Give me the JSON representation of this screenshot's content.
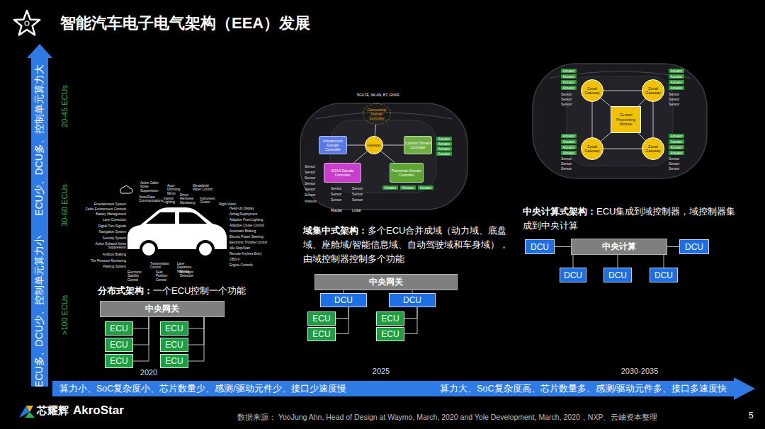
{
  "diagram": {
    "title": "智能汽车电子电气架构（EEA）发展",
    "nodes": [
      {
        "text": [
          "ECU多、DCU少、控制单元算力小",
          "ECU少、DCU多、控制单元算力大"
        ]
      },
      {
        "text": [
          "中央网关"
        ]
      },
      {
        "text": [
          "ECU"
        ]
      },
      {
        "text": [
          "ECU"
        ]
      },
      {
        "text": [
          "ECU"
        ]
      },
      {
        "text": [
          "ECU"
        ]
      },
      {
        "text": [
          "ECU"
        ]
      },
      {
        "text": [
          "ECU"
        ]
      },
      {
        "text": [
          "Connectivity Domain Controller"
        ]
      },
      {
        "text": [
          "Infotainment Domain Controller"
        ]
      },
      {
        "text": [
          "Gateway"
        ]
      },
      {
        "text": [
          "Comfort Domain Controller"
        ]
      },
      {
        "text": [
          "Actuator"
        ]
      },
      {
        "text": [
          "Actuator"
        ]
      },
      {
        "text": [
          "Actuator"
        ]
      },
      {
        "text": [
          "Actuator"
        ]
      },
      {
        "text": [
          "ADAS Domain Controller"
        ]
      },
      {
        "text": [
          "Powertrain Domain Controller"
        ]
      },
      {
        "text": [
          "Actuator"
        ]
      },
      {
        "text": [
          "Actuator"
        ]
      },
      {
        "text": [
          "Actuator"
        ]
      },
      {
        "text": [
          "中央网关"
        ]
      },
      {
        "text": [
          "DCU"
        ]
      },
      {
        "text": [
          "DCU"
        ]
      },
      {
        "text": [
          "ECU"
        ]
      },
      {
        "text": [
          "ECU"
        ]
      },
      {
        "text": [
          "ECU"
        ]
      },
      {
        "text": [
          "ECU"
        ]
      },
      {
        "text": [
          "Actuator"
        ]
      },
      {
        "text": [
          "Actuator"
        ]
      },
      {
        "text": [
          "Actuator"
        ]
      },
      {
        "text": [
          "Actuator"
        ]
      },
      {
        "text": [
          "Zonal Gateway"
        ]
      },
      {
        "text": [
          "Zonal Gateway"
        ]
      },
      {
        "text": [
          "Actuator"
        ]
      },
      {
        "text": [
          "Actuator"
        ]
      },
      {
        "text": [
          "Actuator"
        ]
      },
      {
        "text": [
          "Actuator"
        ]
      },
      {
        "text": [
          "Central Processing Module"
        ]
      },
      {
        "text": [
          "Actuator"
        ]
      },
      {
        "text": [
          "Actuator"
        ]
      },
      {
        "text": [
          "Actuator"
        ]
      },
      {
        "text": [
          "Actuator"
        ]
      },
      {
        "text": [
          "Zonal Gateway"
        ]
      },
      {
        "text": [
          "Zonal Gateway"
        ]
      },
      {
        "text": [
          "Actuator"
        ]
      },
      {
        "text": [
          "Actuator"
        ]
      },
      {
        "text": [
          "Actuator"
        ]
      },
      {
        "text": [
          "Actuator"
        ]
      },
      {
        "text": [
          "DCU"
        ]
      },
      {
        "text": [
          "中央计算"
        ]
      },
      {
        "text": [
          "DCU"
        ]
      },
      {
        "text": [
          "DCU"
        ]
      },
      {
        "text": [
          "DCU"
        ]
      },
      {
        "text": [
          "DCU"
        ]
      },
      {
        "text": [
          "算力小、SoC复杂度小、芯片数量少、感测/驱动元件少、接口少速度慢",
          "算力大、SoC复杂度高、芯片数量多、感测/驱动元件多、接口多速度快"
        ]
      }
    ],
    "edges": [
      {
        "from": 1,
        "to": 2,
        "arrow": "none"
      },
      {
        "from": 1,
        "to": 3,
        "arrow": "none"
      },
      {
        "from": 1,
        "to": 4,
        "arrow": "none"
      },
      {
        "from": 1,
        "to": 5,
        "arrow": "none"
      },
      {
        "from": 1,
        "to": 6,
        "arrow": "none"
      },
      {
        "from": 1,
        "to": 7,
        "arrow": "none"
      },
      {
        "from": 10,
        "to": 8,
        "arrow": "none"
      },
      {
        "from": 10,
        "to": 9,
        "arrow": "none"
      },
      {
        "from": 10,
        "to": 11,
        "arrow": "none"
      },
      {
        "from": 10,
        "to": 16,
        "arrow": "none"
      },
      {
        "from": 10,
        "to": 17,
        "arrow": "none"
      },
      {
        "from": 21,
        "to": 22,
        "arrow": "none"
      },
      {
        "from": 21,
        "to": 23,
        "arrow": "none"
      },
      {
        "from": 22,
        "to": 24,
        "arrow": "none"
      },
      {
        "from": 22,
        "to": 26,
        "arrow": "none"
      },
      {
        "from": 23,
        "to": 25,
        "arrow": "none"
      },
      {
        "from": 23,
        "to": 27,
        "arrow": "none"
      },
      {
        "from": 32,
        "to": 33,
        "arrow": "none"
      },
      {
        "from": 33,
        "to": 44,
        "arrow": "none"
      },
      {
        "from": 44,
        "to": 43,
        "arrow": "none"
      },
      {
        "from": 43,
        "to": 32,
        "arrow": "none"
      },
      {
        "from": 38,
        "to": 32,
        "arrow": "none"
      },
      {
        "from": 38,
        "to": 33,
        "arrow": "none"
      },
      {
        "from": 38,
        "to": 43,
        "arrow": "none"
      },
      {
        "from": 38,
        "to": 44,
        "arrow": "none"
      },
      {
        "from": 50,
        "to": 49,
        "arrow": "none"
      },
      {
        "from": 50,
        "to": 51,
        "arrow": "none"
      },
      {
        "from": 50,
        "to": 52,
        "arrow": "none"
      },
      {
        "from": 50,
        "to": 53,
        "arrow": "none"
      },
      {
        "from": 50,
        "to": 54,
        "arrow": "none"
      }
    ],
    "labels": [
      ">100 ECUs",
      "30-60 ECUs",
      "20-45 ECUs",
      "Active Cabin Noise Suppression",
      "Voice/Data Communications",
      "Auto-Dimming Mirror",
      "Interior Lighting",
      "Driver Alertness Monitoring",
      "Windshield Wiper Control",
      "Instrument Cluster",
      "Night Vision",
      "Entertainment System",
      "Cabin Environment Controls",
      "Battery Management",
      "Lane Correction",
      "Digital Turn Signals",
      "Navigation System",
      "Security System",
      "Active Exhaust Noise Suppression",
      "Antilock Braking",
      "Tire Pressure Monitoring",
      "Parking System",
      "Transmission Control",
      "Electronic Stability Control",
      "Seat Position Control",
      "Lane Departure Warning",
      "Blindspot Detection",
      "Head-Up Display",
      "Airbag Deployment",
      "Adaptive Front Lighting",
      "Adaptive Cruise Control",
      "Automatic Braking",
      "Electric Power Steering",
      "Electronic Throttle Control",
      "Idle Stop/Start",
      "Remote Keyless Entry",
      "OBD-II",
      "Engine Controls",
      "分布式架构：",
      "一个ECU控制一个功能",
      "5G/LTE, WLAN, BT, GNSS",
      "Sensor",
      "Sensor",
      "Sensor",
      "Sensor",
      "Sensor",
      "Sensor",
      "Vision",
      "Sensor",
      "Sensor",
      "Sensor",
      "Radar",
      "Sensor",
      "Sensor",
      "Sensor",
      "Lidar",
      "域集中式架构：",
      "多个ECU合并成域（动力域、底盘域、座舱域/智能信息域、自动驾驶域和车身域），由域控制器控制多个功能",
      "Sensor",
      "Sensor",
      "Sensor",
      "Sensor",
      "Sensor",
      "Sensor",
      "Sensor",
      "Sensor",
      "Sensor",
      "Sensor",
      "Sensor",
      "Sensor",
      "中央计算式架构：",
      "ECU集成到域控制器，域控制器集成到中央计算",
      "2020",
      "2025",
      "2030-2035",
      "芯耀辉",
      "AkroStar",
      "数据来源： YooJung Ahn, Head of Design at Waymo, March, 2020 and Yole Development, March, 2020，NXP、云岫资本整理",
      "5"
    ]
  }
}
